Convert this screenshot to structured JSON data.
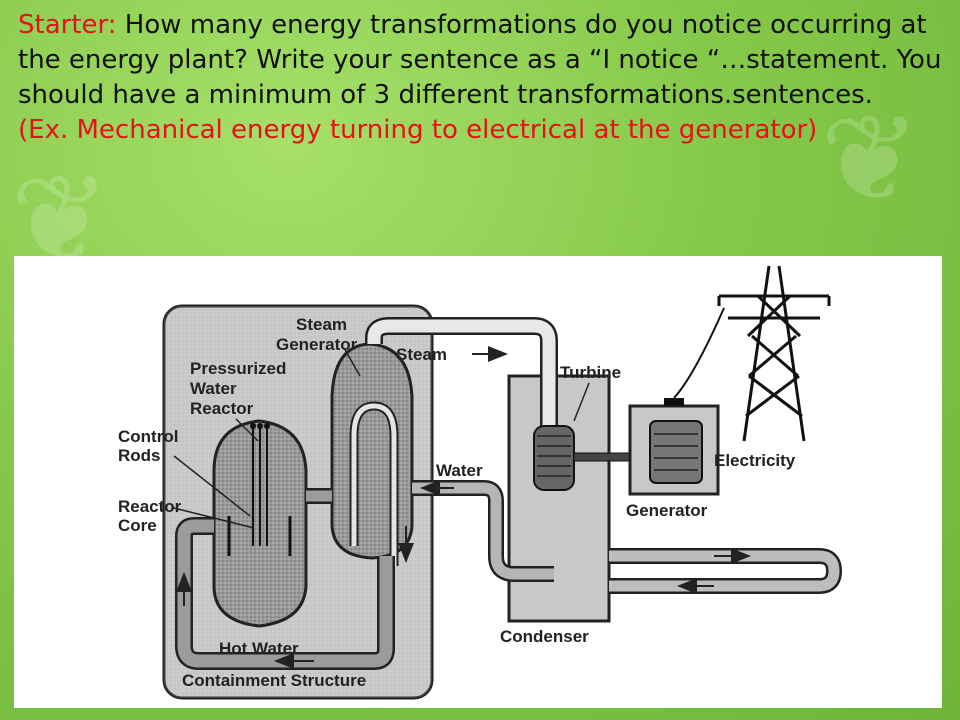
{
  "prompt": {
    "starter_label": "Starter:",
    "question": " How many energy transformations do you notice occurring at the energy plant?  Write your sentence as  a “I notice “…statement. You should have a minimum of 3 different transformations.sentences.",
    "example": "(Ex. Mechanical energy turning to electrical at the generator)"
  },
  "diagram": {
    "labels": {
      "steam_generator_line1": "Steam",
      "steam_generator_line2": "Generator",
      "pwr_line1": "Pressurized",
      "pwr_line2": "Water",
      "pwr_line3": "Reactor",
      "control_rods_line1": "Control",
      "control_rods_line2": "Rods",
      "reactor_core_line1": "Reactor",
      "reactor_core_line2": "Core",
      "steam": "Steam",
      "water": "Water",
      "turbine": "Turbine",
      "generator": "Generator",
      "electricity": "Electricity",
      "condenser": "Condenser",
      "hot_water": "Hot Water",
      "containment": "Containment Structure"
    }
  },
  "colors": {
    "prompt_accent": "#e8101a",
    "background_green": "#86c94a"
  }
}
